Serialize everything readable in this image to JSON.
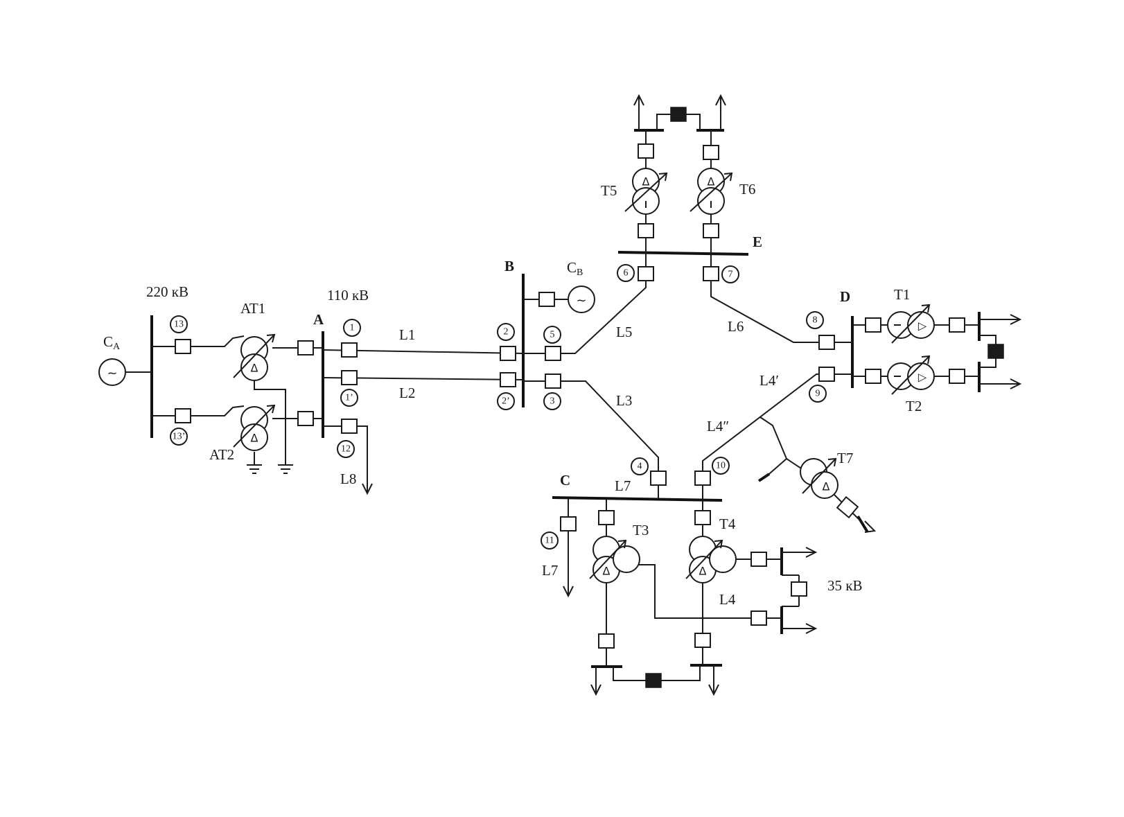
{
  "voltages": {
    "hv": "220 кВ",
    "mv": "110 кВ",
    "lv": "35 кВ"
  },
  "buses": {
    "A": "A",
    "B": "B",
    "C": "C",
    "D": "D",
    "E": "E"
  },
  "sources": {
    "ca_main": "C",
    "ca_sub": "A",
    "cb_main": "C",
    "cb_sub": "B",
    "generator_symbol": "~"
  },
  "lines": {
    "L1": "L1",
    "L2": "L2",
    "L3": "L3",
    "L4a": "L4′",
    "L4b": "L4″",
    "L4": "L4",
    "L5": "L5",
    "L6": "L6",
    "L7a": "L7",
    "L7b": "L7",
    "L8": "L8"
  },
  "transformers": {
    "AT1": "AT1",
    "AT2": "AT2",
    "T1": "T1",
    "T2": "T2",
    "T3": "T3",
    "T4": "T4",
    "T5": "T5",
    "T6": "T6",
    "T7": "T7"
  },
  "winding_symbols": {
    "delta": "Δ",
    "triangle": "▷"
  },
  "breaker_numbers": [
    "1",
    "1’",
    "2",
    "2’",
    "3",
    "4",
    "5",
    "6",
    "7",
    "8",
    "9",
    "10",
    "11",
    "12",
    "13",
    "13’"
  ]
}
